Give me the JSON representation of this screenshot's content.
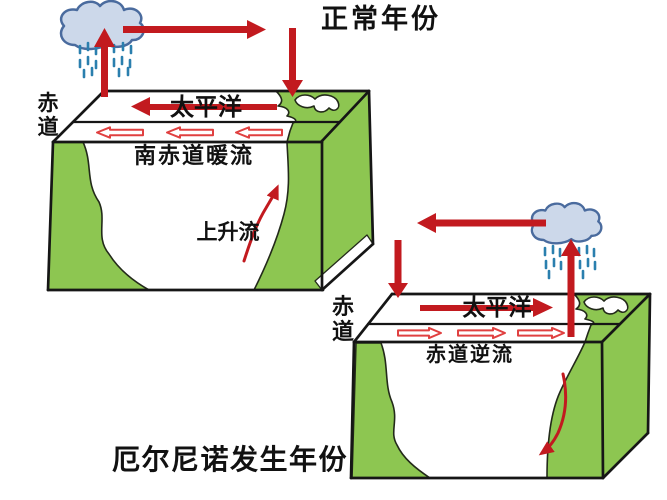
{
  "colors": {
    "land": "#8dc651",
    "arrow": "#c21a1f",
    "arrow_light": "#e04040",
    "cloud_fill": "#ccd8ea",
    "cloud_stroke": "#4a6b9e",
    "rain": "#2a7fae",
    "text": "#111111"
  },
  "icons": {
    "rain_cloud": "cloud-with-rain"
  },
  "normal_year": {
    "title": "正常年份",
    "equator_top": "赤",
    "equator_bottom": "道",
    "ocean": "太平洋",
    "surface_current": "南赤道暖流",
    "upwelling": "上升流"
  },
  "el_nino_year": {
    "title": "厄尔尼诺发生年份",
    "equator_top": "赤",
    "equator_bottom": "道",
    "ocean": "太平洋",
    "counter_current": "赤道逆流"
  }
}
